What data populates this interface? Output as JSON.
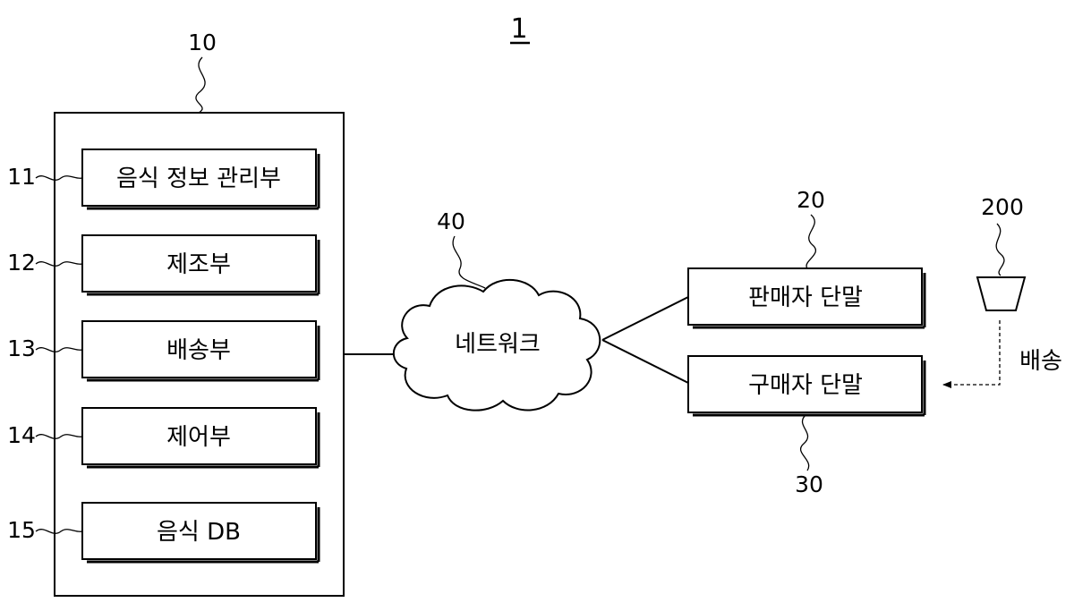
{
  "figure": {
    "number": "1",
    "server": {
      "ref": "10",
      "modules": [
        {
          "ref": "11",
          "label": "음식 정보 관리부"
        },
        {
          "ref": "12",
          "label": "제조부"
        },
        {
          "ref": "13",
          "label": "배송부"
        },
        {
          "ref": "14",
          "label": "제어부"
        },
        {
          "ref": "15",
          "label": "음식 DB"
        }
      ]
    },
    "network": {
      "ref": "40",
      "label": "네트워크"
    },
    "seller_terminal": {
      "ref": "20",
      "label": "판매자 단말"
    },
    "buyer_terminal": {
      "ref": "30",
      "label": "구매자 단말"
    },
    "container": {
      "ref": "200"
    },
    "delivery_label": "배송"
  }
}
